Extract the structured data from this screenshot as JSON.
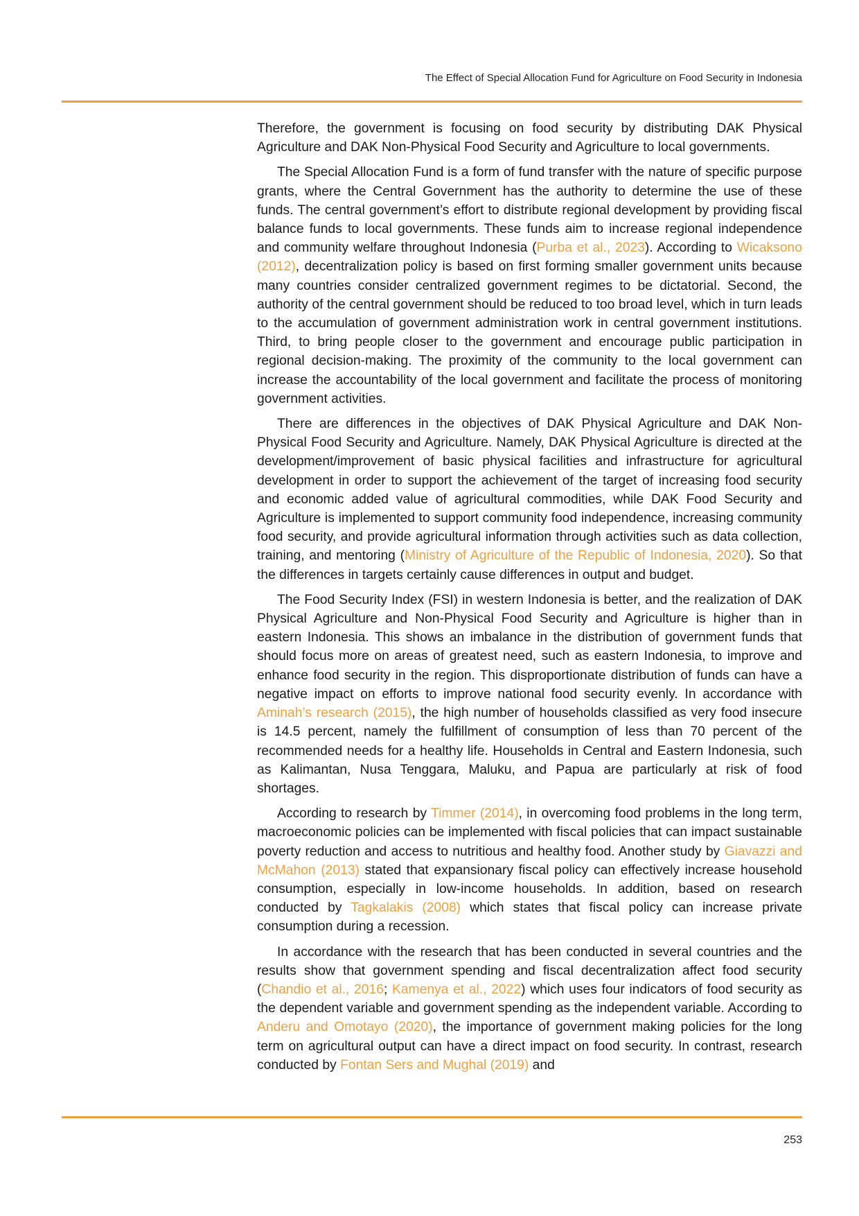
{
  "header": {
    "running_title": "The Effect of Special Allocation Fund for Agriculture on Food Security in Indonesia"
  },
  "colors": {
    "accent": "#f0a040",
    "text": "#1a1a1a"
  },
  "body": {
    "p1": {
      "t1": "Therefore, the government is focusing on food security by distributing DAK Physical Agriculture and DAK Non-Physical Food Security and Agriculture to local governments."
    },
    "p2": {
      "t1": "The Special Allocation Fund is a form of fund transfer with the nature of specific purpose grants, where the Central Government has the authority to determine the use of these funds. The central government’s effort to distribute regional development by providing fiscal balance funds to local governments. These funds aim to increase regional independence and community welfare throughout Indonesia (",
      "c1": "Purba et al., 2023",
      "t2": "). According to ",
      "c2": "Wicaksono (2012)",
      "t3": ", decentralization policy is based on first forming smaller government units because many countries consider centralized government regimes to be dictatorial. Second, the authority of the central government should be reduced to too broad level, which in turn leads to the accumulation of government administration work in central government institutions. Third, to bring people closer to the government and encourage public participation in regional decision-making. The proximity of the community to the local government can increase the accountability of the local government and facilitate the process of monitoring government activities."
    },
    "p3": {
      "t1": "There are differences in the objectives of DAK Physical Agriculture and DAK Non-Physical Food Security and Agriculture. Namely, DAK Physical Agriculture is directed at the development/improvement of basic physical facilities and infrastructure for agricultural development in order to support the achievement of the target of increasing food security and economic added value of agricultural commodities, while DAK Food Security and Agriculture is implemented to support community food independence, increasing community food security, and provide agricultural information through activities such as data collection, training, and mentoring (",
      "c1": "Ministry of Agriculture of the Republic of Indonesia, 2020",
      "t2": "). So that the differences in targets certainly cause differences in output and budget."
    },
    "p4": {
      "t1": "The Food Security Index (FSI) in western Indonesia is better, and the realization of DAK Physical Agriculture and Non-Physical Food Security and Agriculture is higher than in eastern Indonesia. This shows an imbalance in the distribution of government funds that should focus more on areas of greatest need, such as eastern Indonesia, to improve and enhance food security in the region. This disproportionate distribution of funds can have a negative impact on efforts to improve national food security evenly. In accordance with ",
      "c1": "Aminah’s research (2015)",
      "t2": ", the high number of households classified as very food insecure is 14.5 percent, namely the fulfillment of consumption of less than 70 percent of the recommended needs for a healthy life. Households in Central and Eastern Indonesia, such as Kalimantan, Nusa Tenggara, Maluku, and Papua are particularly at risk of food shortages."
    },
    "p5": {
      "t1": "According to research by ",
      "c1": "Timmer (2014)",
      "t2": ", in overcoming food problems in the long term, macroeconomic policies can be implemented with fiscal policies that can impact sustainable poverty reduction and access to nutritious and healthy food. Another study by ",
      "c2": "Giavazzi and McMahon (2013)",
      "t3": " stated that expansionary fiscal policy can effectively increase household consumption, especially in low-income households. In addition, based on research conducted by ",
      "c3": "Tagkalakis (2008)",
      "t4": " which states that fiscal policy can increase private consumption during a recession."
    },
    "p6": {
      "t1": "In accordance with the research that has been conducted in several countries and the results show that government spending and fiscal decentralization affect food security (",
      "c1": "Chandio et al., 2016",
      "t2": "; ",
      "c2": "Kamenya et al., 2022",
      "t3": ") which uses four indicators of food security as the dependent variable and government spending as the independent variable. According to ",
      "c3": "Anderu and Omotayo (2020)",
      "t4": ", the importance of government making policies for the long term on agricultural output can have a direct impact on food security. In contrast, research conducted by ",
      "c4": "Fontan Sers and Mughal (2019)",
      "t5": " and"
    }
  },
  "footer": {
    "page_number": "253"
  }
}
